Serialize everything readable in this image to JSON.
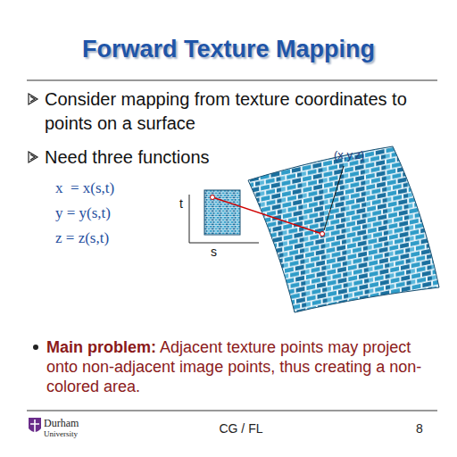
{
  "diagram": {
    "title": "Forward Texture Mapping",
    "labels": [
      "Consider mapping from texture coordinates to points on a surface",
      "Need three functions",
      "x  = x(s,t)",
      "y = y(s,t)",
      "z = z(s,t)",
      "(x,y,z)",
      "t",
      "s",
      "Main problem:",
      "Adjacent texture points may project onto non-adjacent image points, thus creating a non-colored area.",
      "Durham",
      "University",
      "CG / FL",
      "8"
    ]
  }
}
